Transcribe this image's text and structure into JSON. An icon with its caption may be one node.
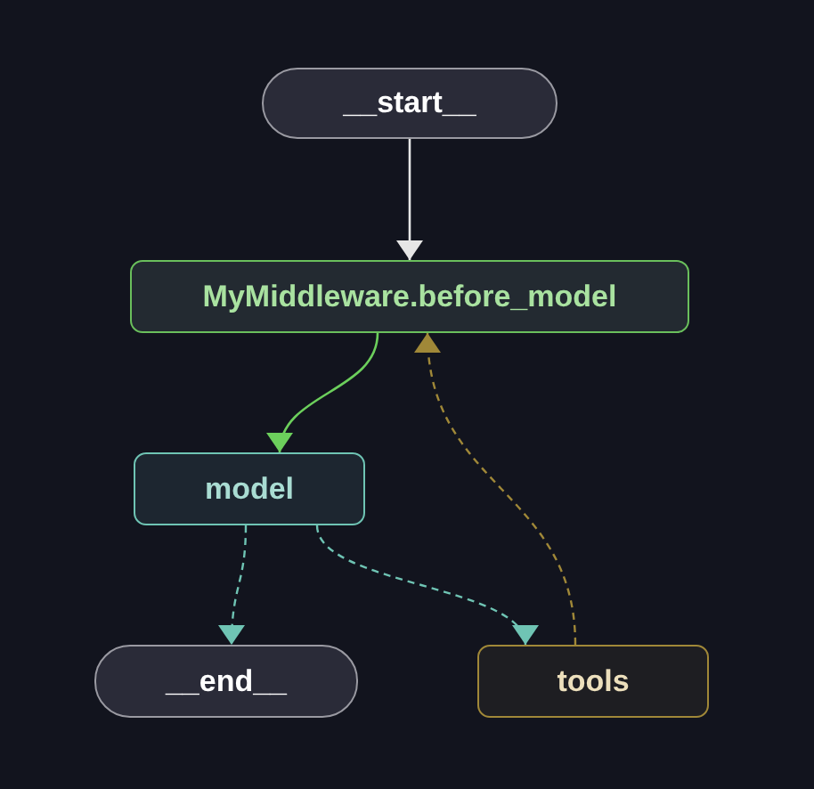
{
  "diagram": {
    "nodes": [
      {
        "text": [
          "__start__"
        ]
      },
      {
        "text": [
          "MyMiddleware.before_model"
        ]
      },
      {
        "text": [
          "model"
        ]
      },
      {
        "text": [
          "__end__"
        ]
      },
      {
        "text": [
          "tools"
        ]
      }
    ],
    "edges": [
      {
        "from": 0,
        "to": 1,
        "arrow": "to",
        "color": "#e6e6e6"
      },
      {
        "from": 1,
        "to": 2,
        "arrow": "to",
        "color": "#6ccf5c"
      },
      {
        "from": 2,
        "to": 3,
        "arrow": "to",
        "style": "dashed"
      },
      {
        "from": 2,
        "to": 4,
        "arrow": "to",
        "style": "dashed"
      },
      {
        "from": 4,
        "to": 1,
        "arrow": "to",
        "style": "dashed",
        "color": "#a08838"
      }
    ]
  }
}
